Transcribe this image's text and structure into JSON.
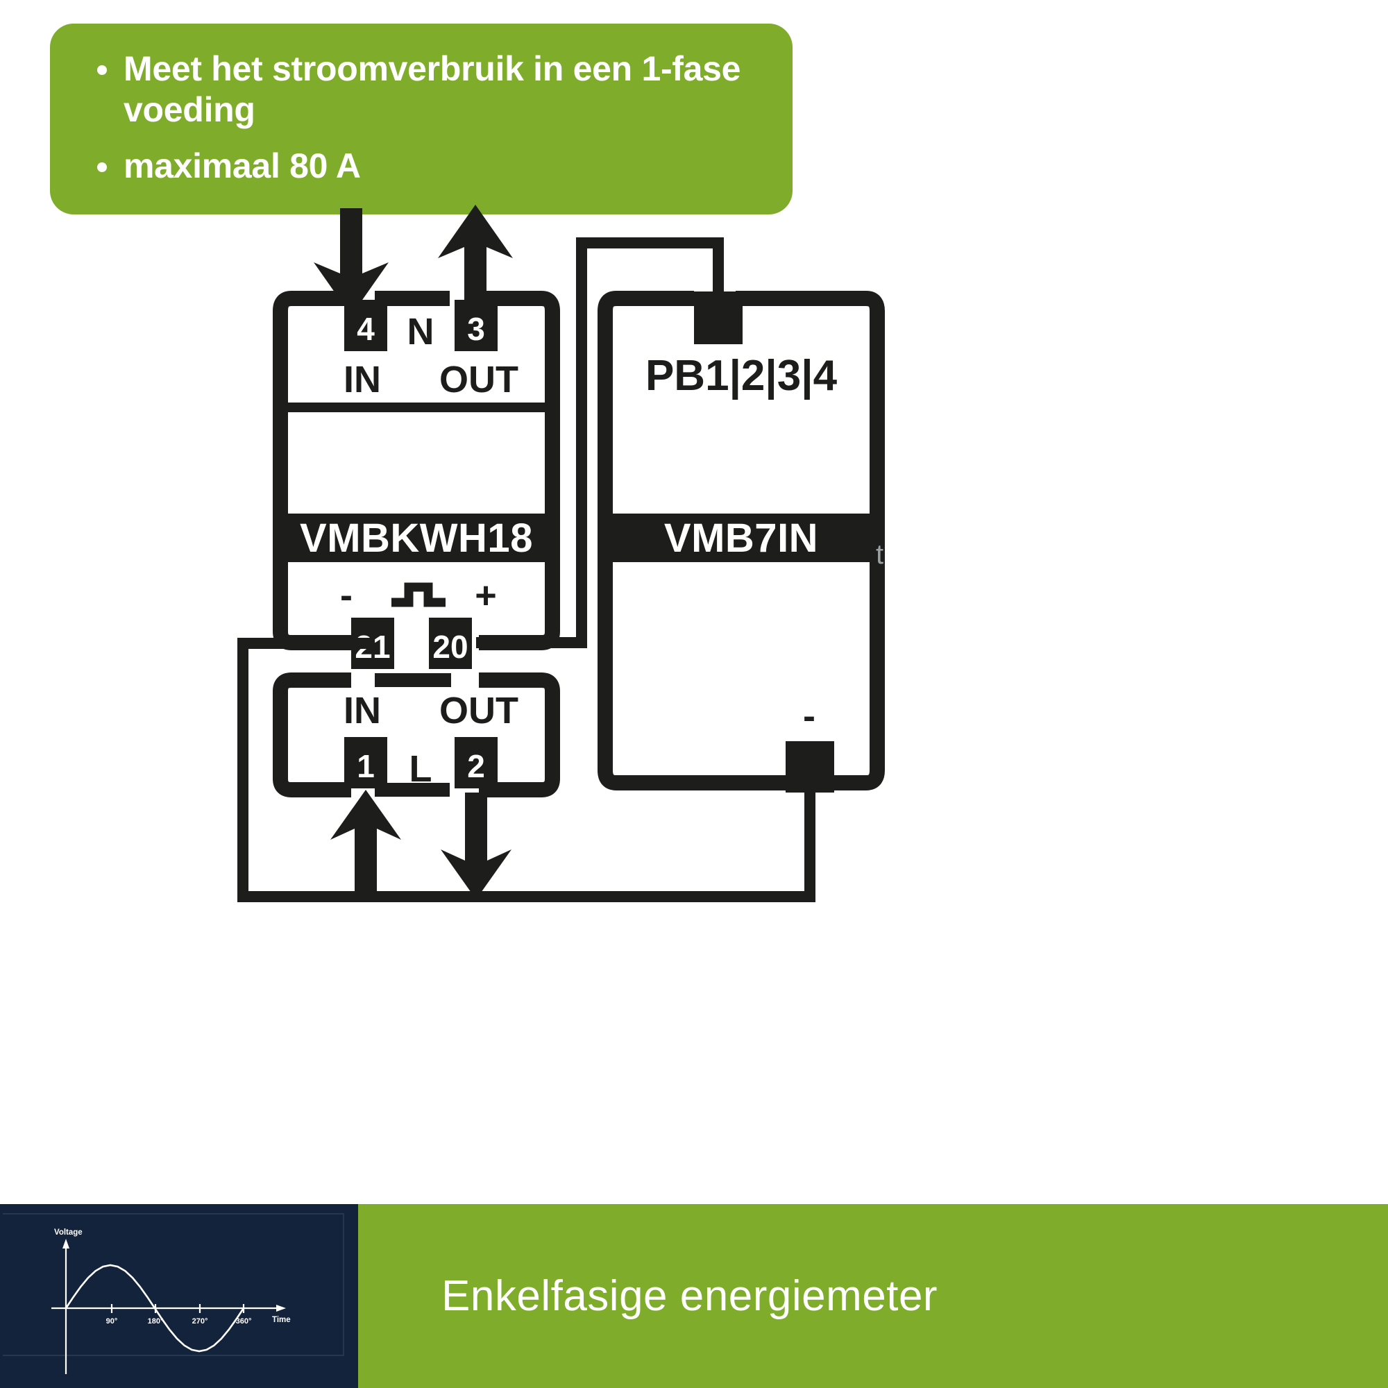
{
  "feature_callout": {
    "bullets": [
      "Meet het stroomverbruik in een 1-fase voeding",
      "maximaal 80 A"
    ],
    "background_color": "#7fac2b",
    "text_color": "#ffffff"
  },
  "diagram": {
    "type": "wiring-diagram",
    "devices": [
      {
        "id": "vmbkwh18",
        "name": "VMBKWH18",
        "sections": [
          {
            "id": "neutral-section",
            "in_label": "IN",
            "out_label": "OUT",
            "conductor_label": "N",
            "terminals": [
              {
                "number": "4",
                "role": "in"
              },
              {
                "number": "3",
                "role": "out"
              }
            ]
          },
          {
            "id": "pulse-section",
            "minus_label": "-",
            "plus_label": "+",
            "pulse_symbol": "pulse-icon",
            "terminals": [
              {
                "number": "21",
                "role": "minus"
              },
              {
                "number": "20",
                "role": "plus"
              }
            ]
          },
          {
            "id": "line-section",
            "in_label": "IN",
            "out_label": "OUT",
            "conductor_label": "L",
            "terminals": [
              {
                "number": "1",
                "role": "in"
              },
              {
                "number": "2",
                "role": "out"
              }
            ]
          }
        ]
      },
      {
        "id": "vmb7in",
        "name": "VMB7IN",
        "top_label": "PB1|2|3|4",
        "bottom_label": "-"
      }
    ],
    "arrows": [
      {
        "id": "n-in-arrow",
        "direction": "down",
        "at_terminal": "4"
      },
      {
        "id": "n-out-arrow",
        "direction": "up",
        "at_terminal": "3"
      },
      {
        "id": "l-in-arrow",
        "direction": "up",
        "at_terminal": "1"
      },
      {
        "id": "l-out-arrow",
        "direction": "down",
        "at_terminal": "2"
      }
    ],
    "connections": [
      {
        "from": "20",
        "to": "PB1|2|3|4"
      },
      {
        "from": "21",
        "to": "-"
      }
    ],
    "stray_text": "t"
  },
  "footer": {
    "caption": "Enkelfasige energiemeter",
    "background_color": "#7fac2b",
    "thumb_background_color": "#14233c"
  },
  "chart_data": {
    "type": "line",
    "title": "",
    "xlabel": "Time",
    "ylabel": "Voltage",
    "x_tick_labels": [
      "90°",
      "180°",
      "270°",
      "360°"
    ],
    "x_tick_values": [
      90,
      180,
      270,
      360
    ],
    "xlim": [
      0,
      420
    ],
    "ylim": [
      -1.25,
      1.25
    ],
    "grid": false,
    "legend": "none",
    "series": [
      {
        "name": "Voltage",
        "x": [
          0,
          15,
          30,
          45,
          60,
          75,
          90,
          105,
          120,
          135,
          150,
          165,
          180,
          195,
          210,
          225,
          240,
          255,
          270,
          285,
          300,
          315,
          330,
          345,
          360
        ],
        "y": [
          0,
          0.259,
          0.5,
          0.707,
          0.866,
          0.966,
          1,
          0.966,
          0.866,
          0.707,
          0.5,
          0.259,
          0,
          -0.259,
          -0.5,
          -0.707,
          -0.866,
          -0.966,
          -1,
          -0.966,
          -0.866,
          -0.707,
          -0.5,
          -0.259,
          0
        ]
      }
    ]
  }
}
